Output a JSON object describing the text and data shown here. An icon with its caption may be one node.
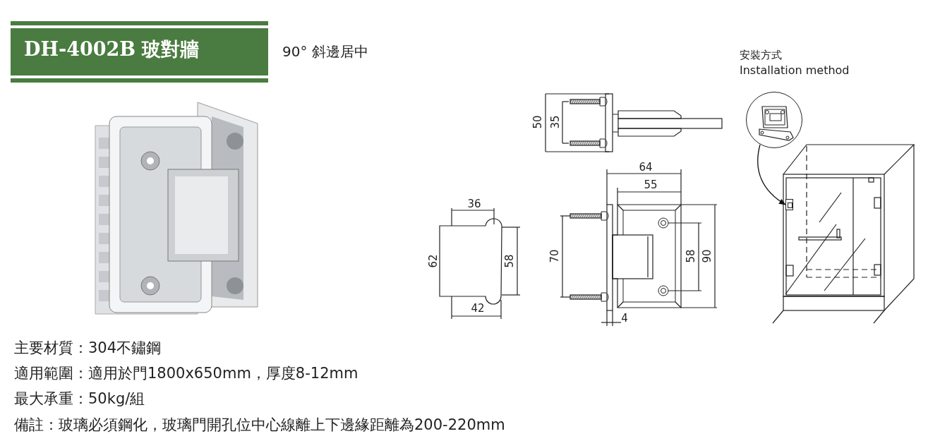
{
  "diagram": {
    "title": "DH-4002B 玻對牆",
    "nodes": [
      {
        "text": [],
        "shape": "picture"
      },
      {
        "text": [],
        "shape": "box"
      }
    ],
    "edges": [
      {
        "from": 0,
        "to": 1,
        "arrow": "to"
      }
    ],
    "labels": [
      "90° 斜邊居中",
      "安裝方式",
      "Installation method",
      "50",
      "35",
      "64",
      "55",
      "36",
      "62",
      "58",
      "42",
      "70",
      "58",
      "90",
      "4",
      "主要材質：304不鏽鋼",
      "適用範圍：適用於門1800x650mm，厚度8-12mm",
      "最大承重：50kg/組",
      "備註：玻璃必須鋼化，玻璃門開孔位中心線離上下邊緣距離為200-220mm"
    ]
  }
}
